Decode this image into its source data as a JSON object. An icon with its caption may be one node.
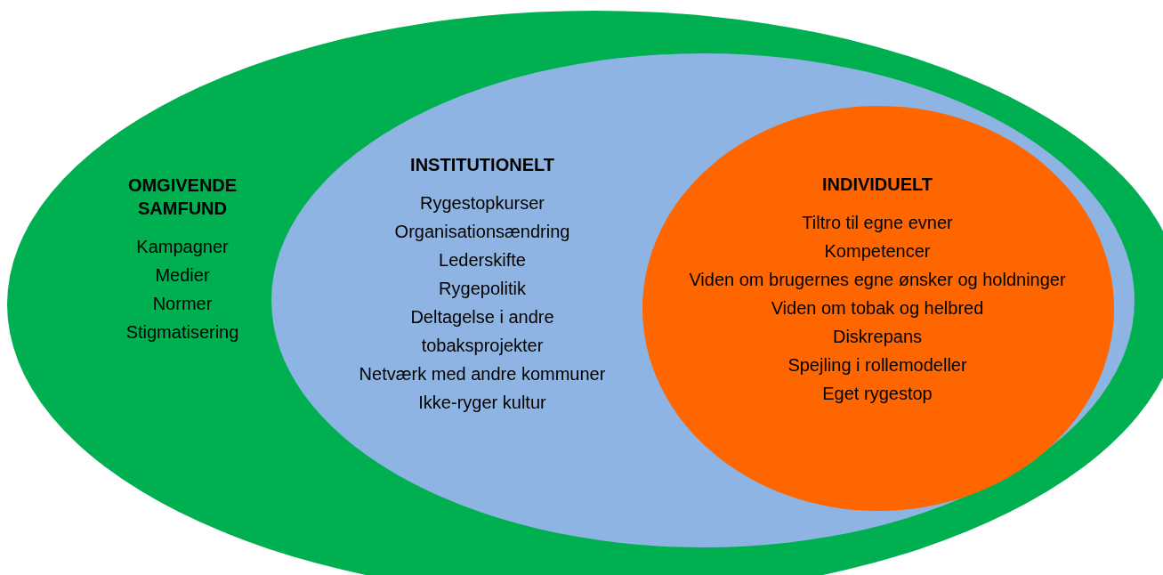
{
  "diagram": {
    "nodes": [
      {
        "text": [
          "OMGIVENDE SAMFUND",
          "Kampagner",
          "Medier",
          "Normer",
          "Stigmatisering"
        ]
      },
      {
        "text": [
          "INSTITUTIONELT",
          "Rygestopkurser",
          "Organisationsændring",
          "Lederskifte",
          "Rygepolitik",
          "Deltagelse i andre tobaksprojekter",
          "Netværk med andre kommuner",
          "Ikke-ryger kultur"
        ],
        "in": 0
      },
      {
        "text": [
          "INDIVIDUELT",
          "Tiltro til egne evner",
          "Kompetencer",
          "Viden om brugernes egne ønsker og holdninger",
          "Viden om tobak og helbred",
          "Diskrepans",
          "Spejling i rollemodeller",
          "Eget rygestop"
        ],
        "in": 1
      }
    ]
  }
}
